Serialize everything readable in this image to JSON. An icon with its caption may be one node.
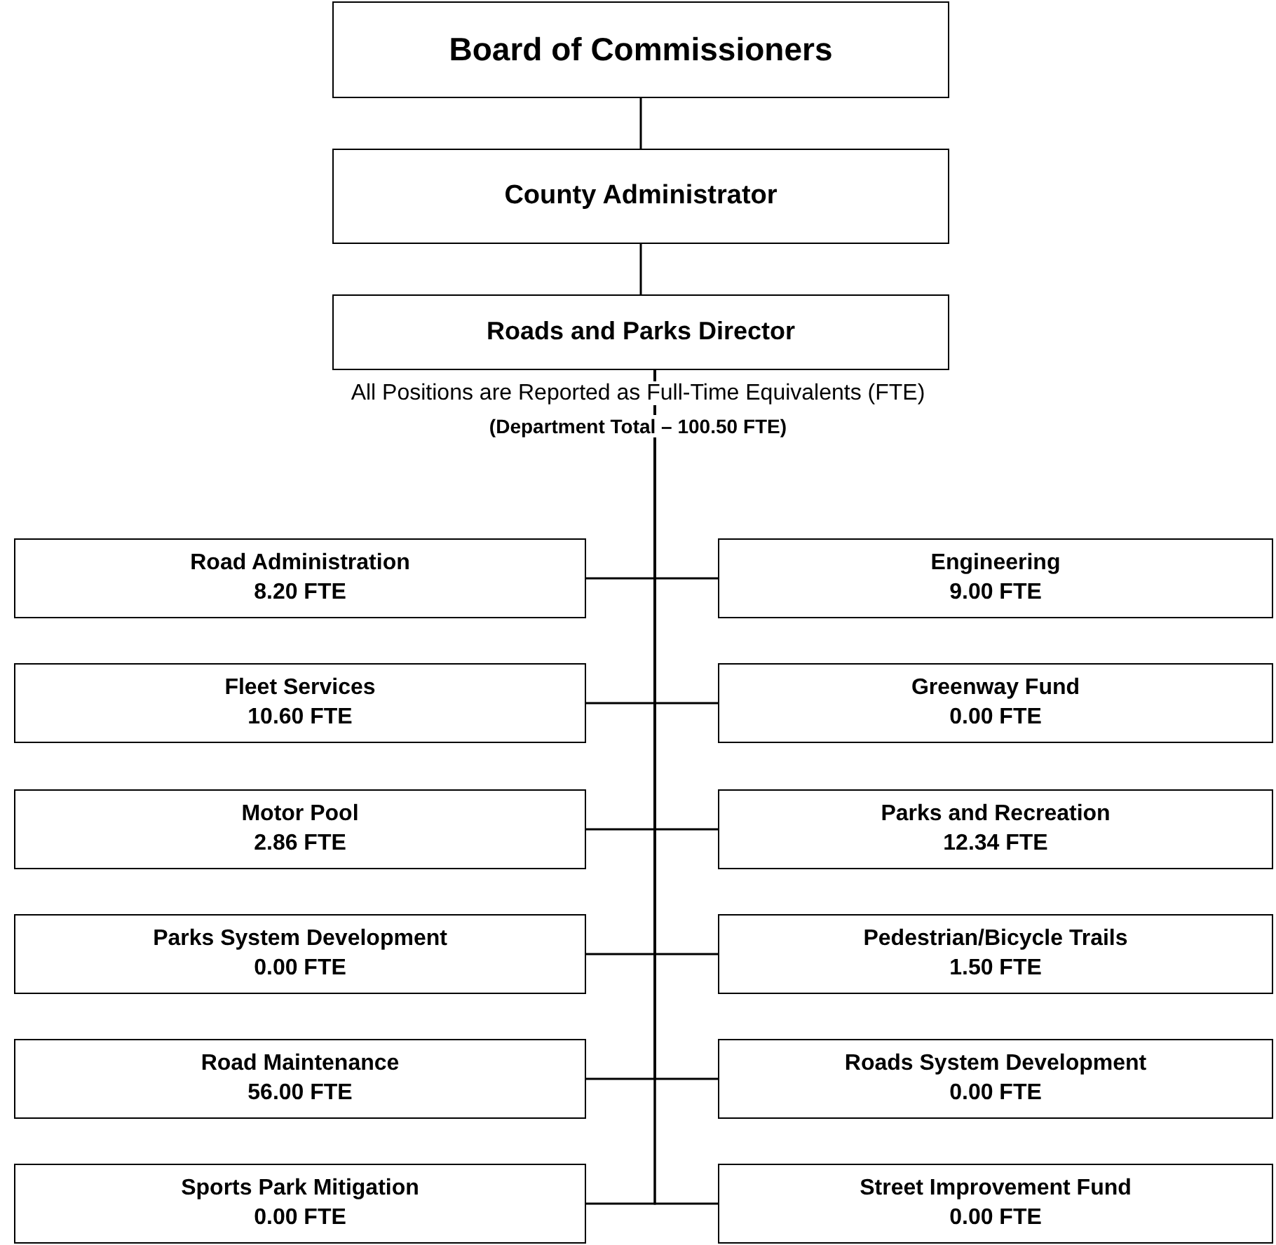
{
  "diagram": {
    "nodes": [
      {
        "text": [
          "Board of Commissioners"
        ]
      },
      {
        "text": [
          "County Administrator"
        ]
      },
      {
        "text": [
          "Roads and Parks Director"
        ]
      },
      {
        "text": [
          "Road Administration",
          "8.20 FTE"
        ]
      },
      {
        "text": [
          "Engineering",
          "9.00 FTE"
        ]
      },
      {
        "text": [
          "Fleet Services",
          "10.60 FTE"
        ]
      },
      {
        "text": [
          "Greenway Fund",
          "0.00 FTE"
        ]
      },
      {
        "text": [
          "Motor Pool",
          "2.86 FTE"
        ]
      },
      {
        "text": [
          "Parks and Recreation",
          "12.34 FTE"
        ]
      },
      {
        "text": [
          "Parks System Development",
          "0.00 FTE"
        ]
      },
      {
        "text": [
          "Pedestrian/Bicycle Trails",
          "1.50 FTE"
        ]
      },
      {
        "text": [
          "Road Maintenance",
          "56.00 FTE"
        ]
      },
      {
        "text": [
          "Roads System Development",
          "0.00 FTE"
        ]
      },
      {
        "text": [
          "Sports Park Mitigation",
          "0.00 FTE"
        ]
      },
      {
        "text": [
          "Street Improvement Fund",
          "0.00 FTE"
        ]
      }
    ],
    "edges": [
      {
        "from": 0,
        "to": 1,
        "arrow": "none"
      },
      {
        "from": 1,
        "to": 2,
        "arrow": "none"
      },
      {
        "from": 2,
        "to": 3,
        "arrow": "none"
      },
      {
        "from": 2,
        "to": 4,
        "arrow": "none"
      },
      {
        "from": 2,
        "to": 5,
        "arrow": "none"
      },
      {
        "from": 2,
        "to": 6,
        "arrow": "none"
      },
      {
        "from": 2,
        "to": 7,
        "arrow": "none"
      },
      {
        "from": 2,
        "to": 8,
        "arrow": "none"
      },
      {
        "from": 2,
        "to": 9,
        "arrow": "none"
      },
      {
        "from": 2,
        "to": 10,
        "arrow": "none"
      },
      {
        "from": 2,
        "to": 11,
        "arrow": "none"
      },
      {
        "from": 2,
        "to": 12,
        "arrow": "none"
      },
      {
        "from": 2,
        "to": 13,
        "arrow": "none"
      },
      {
        "from": 2,
        "to": 14,
        "arrow": "none"
      }
    ],
    "labels": [
      "All Positions are Reported as Full-Time Equivalents (FTE)",
      "(Department Total – 100.50 FTE)"
    ]
  }
}
